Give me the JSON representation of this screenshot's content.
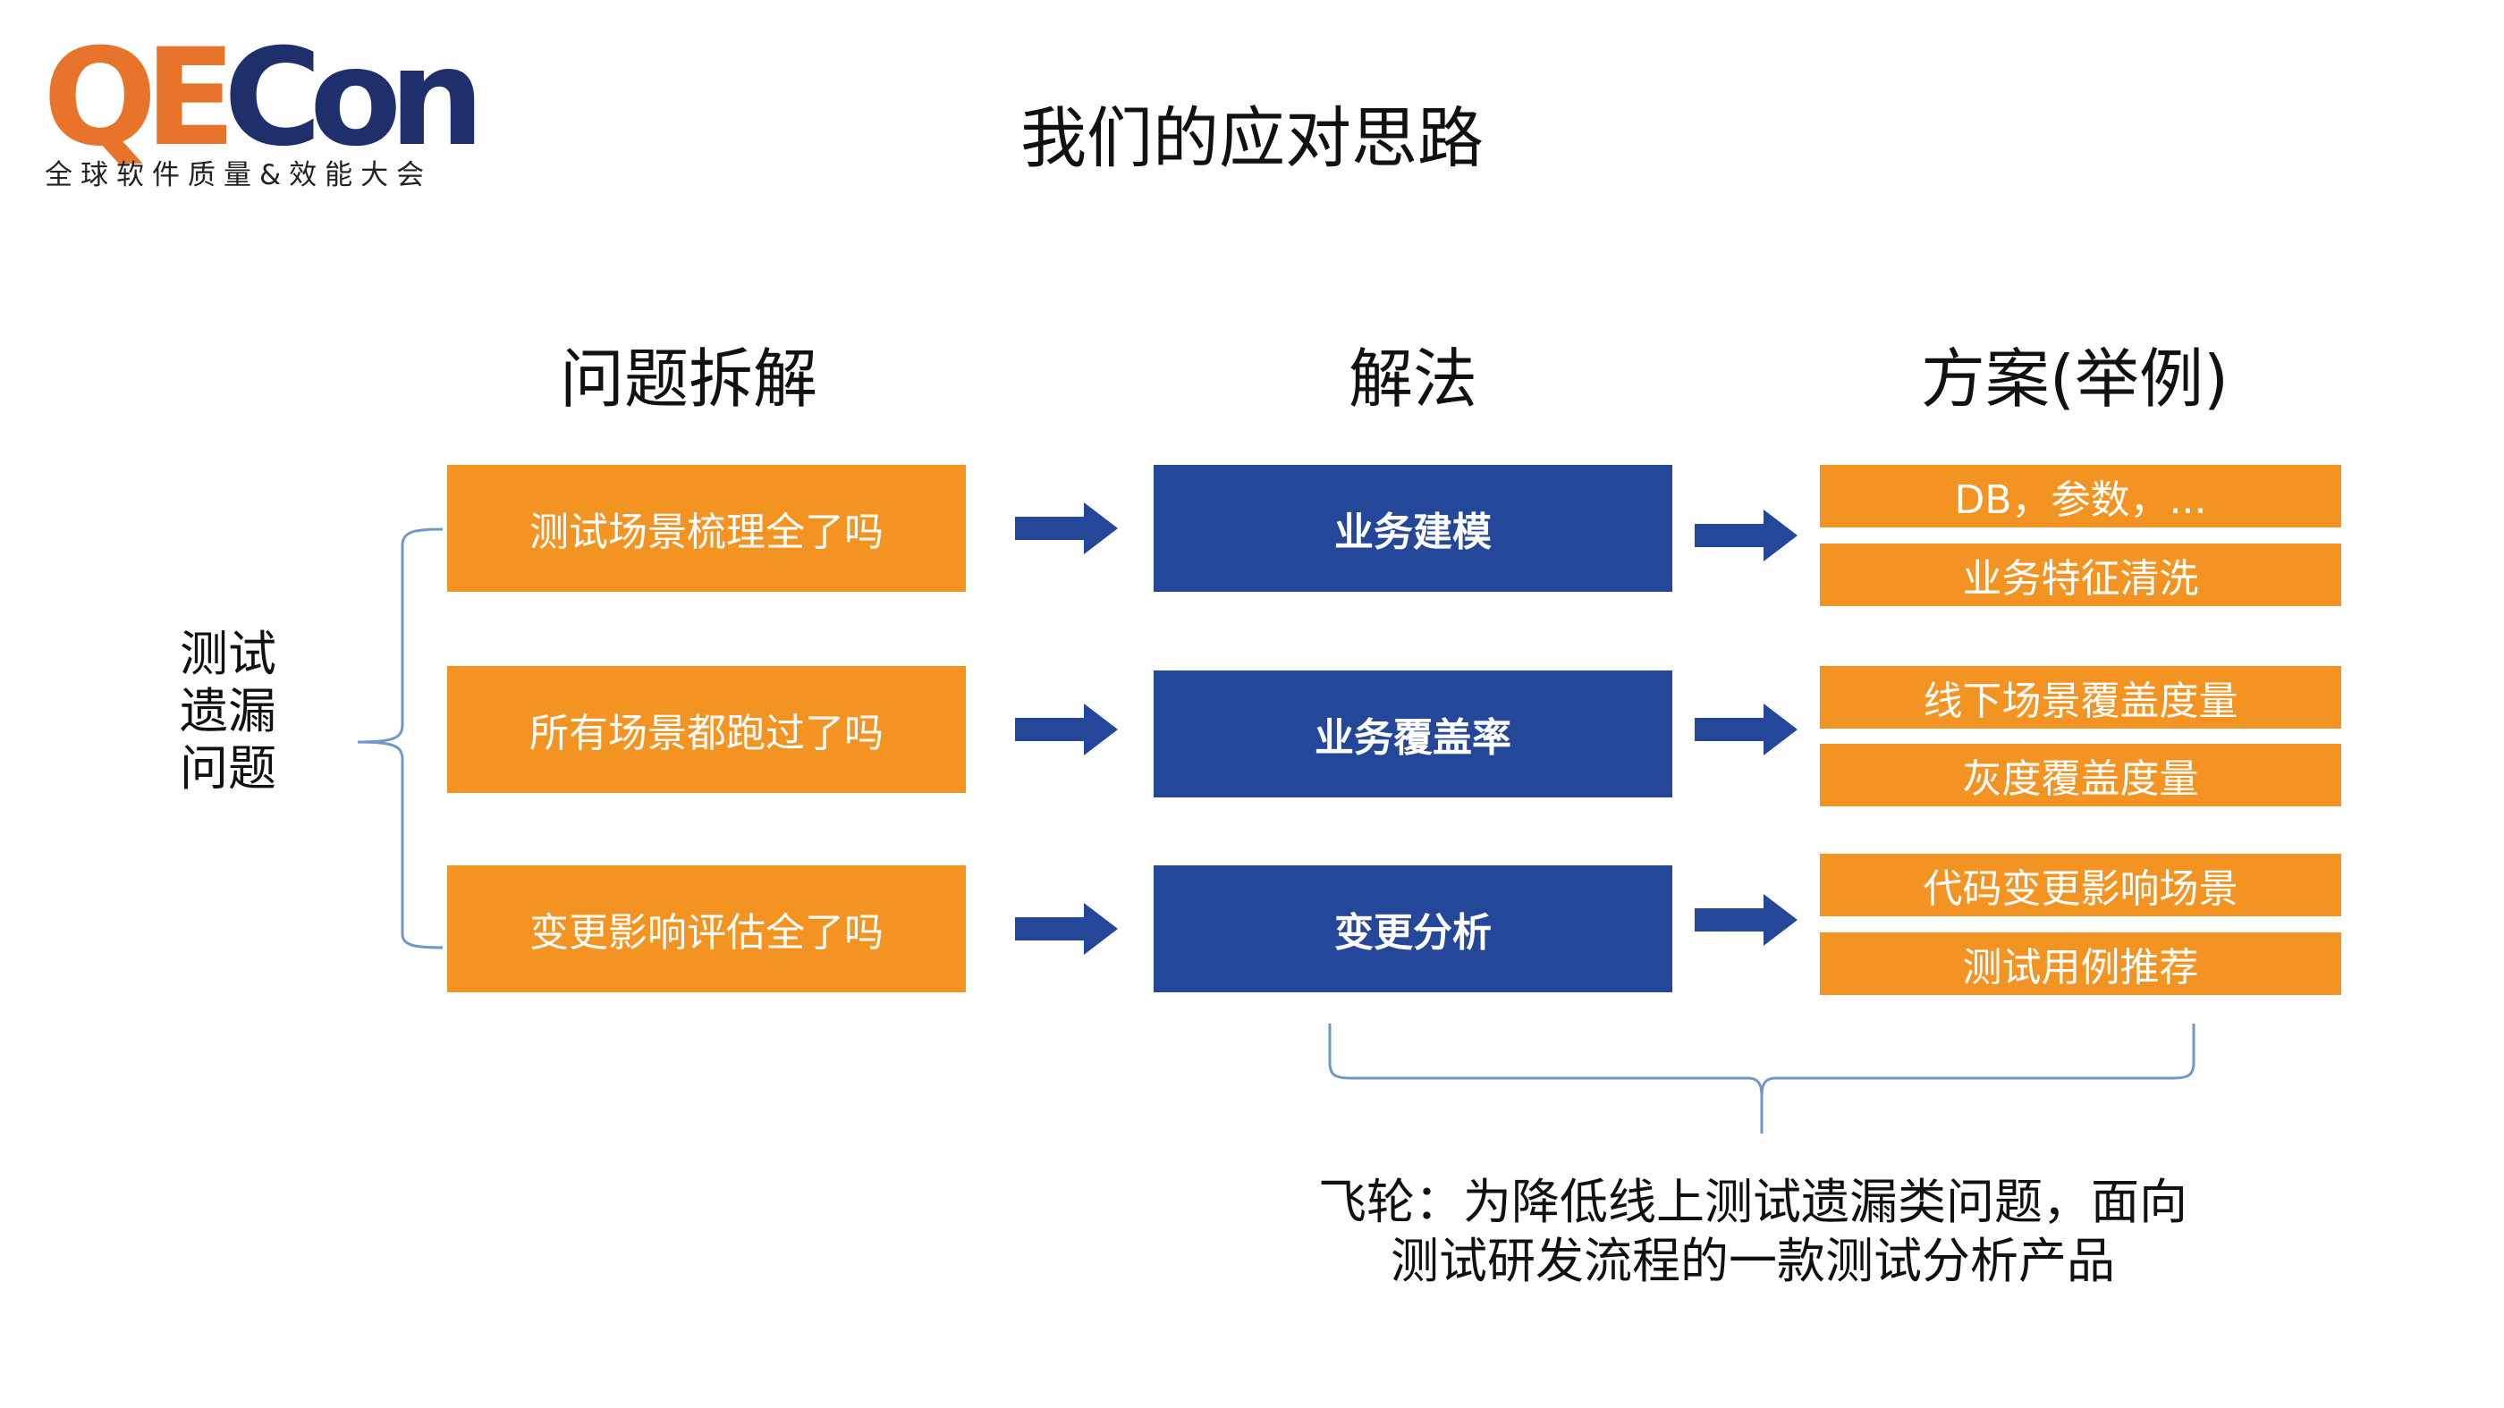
{
  "logo": {
    "word_part1": "QE",
    "word_part2": "Con",
    "tagline": "全球软件质量&效能大会",
    "colors": {
      "orange": "#E8732A",
      "navy": "#1F2F6B"
    }
  },
  "title": "我们的应对思路",
  "columns": {
    "problem": "问题拆解",
    "method": "解法",
    "solution": "方案(举例)"
  },
  "left_label": [
    "测试",
    "遗漏",
    "问题"
  ],
  "problems": [
    "测试场景梳理全了吗",
    "所有场景都跑过了吗",
    "变更影响评估全了吗"
  ],
  "methods": [
    "业务建模",
    "业务覆盖率",
    "变更分析"
  ],
  "solutions": [
    [
      "DB，参数，...",
      "业务特征清洗"
    ],
    [
      "线下场景覆盖度量",
      "灰度覆盖度量"
    ],
    [
      "代码变更影响场景",
      "测试用例推荐"
    ]
  ],
  "flywheel": {
    "line1": "飞轮：为降低线上测试遗漏类问题，面向",
    "line2": "测试研发流程的一款测试分析产品"
  },
  "colors": {
    "orange": "#F39322",
    "blue": "#25479A",
    "arrow": "#25479A",
    "brace": "#6F98C9"
  }
}
